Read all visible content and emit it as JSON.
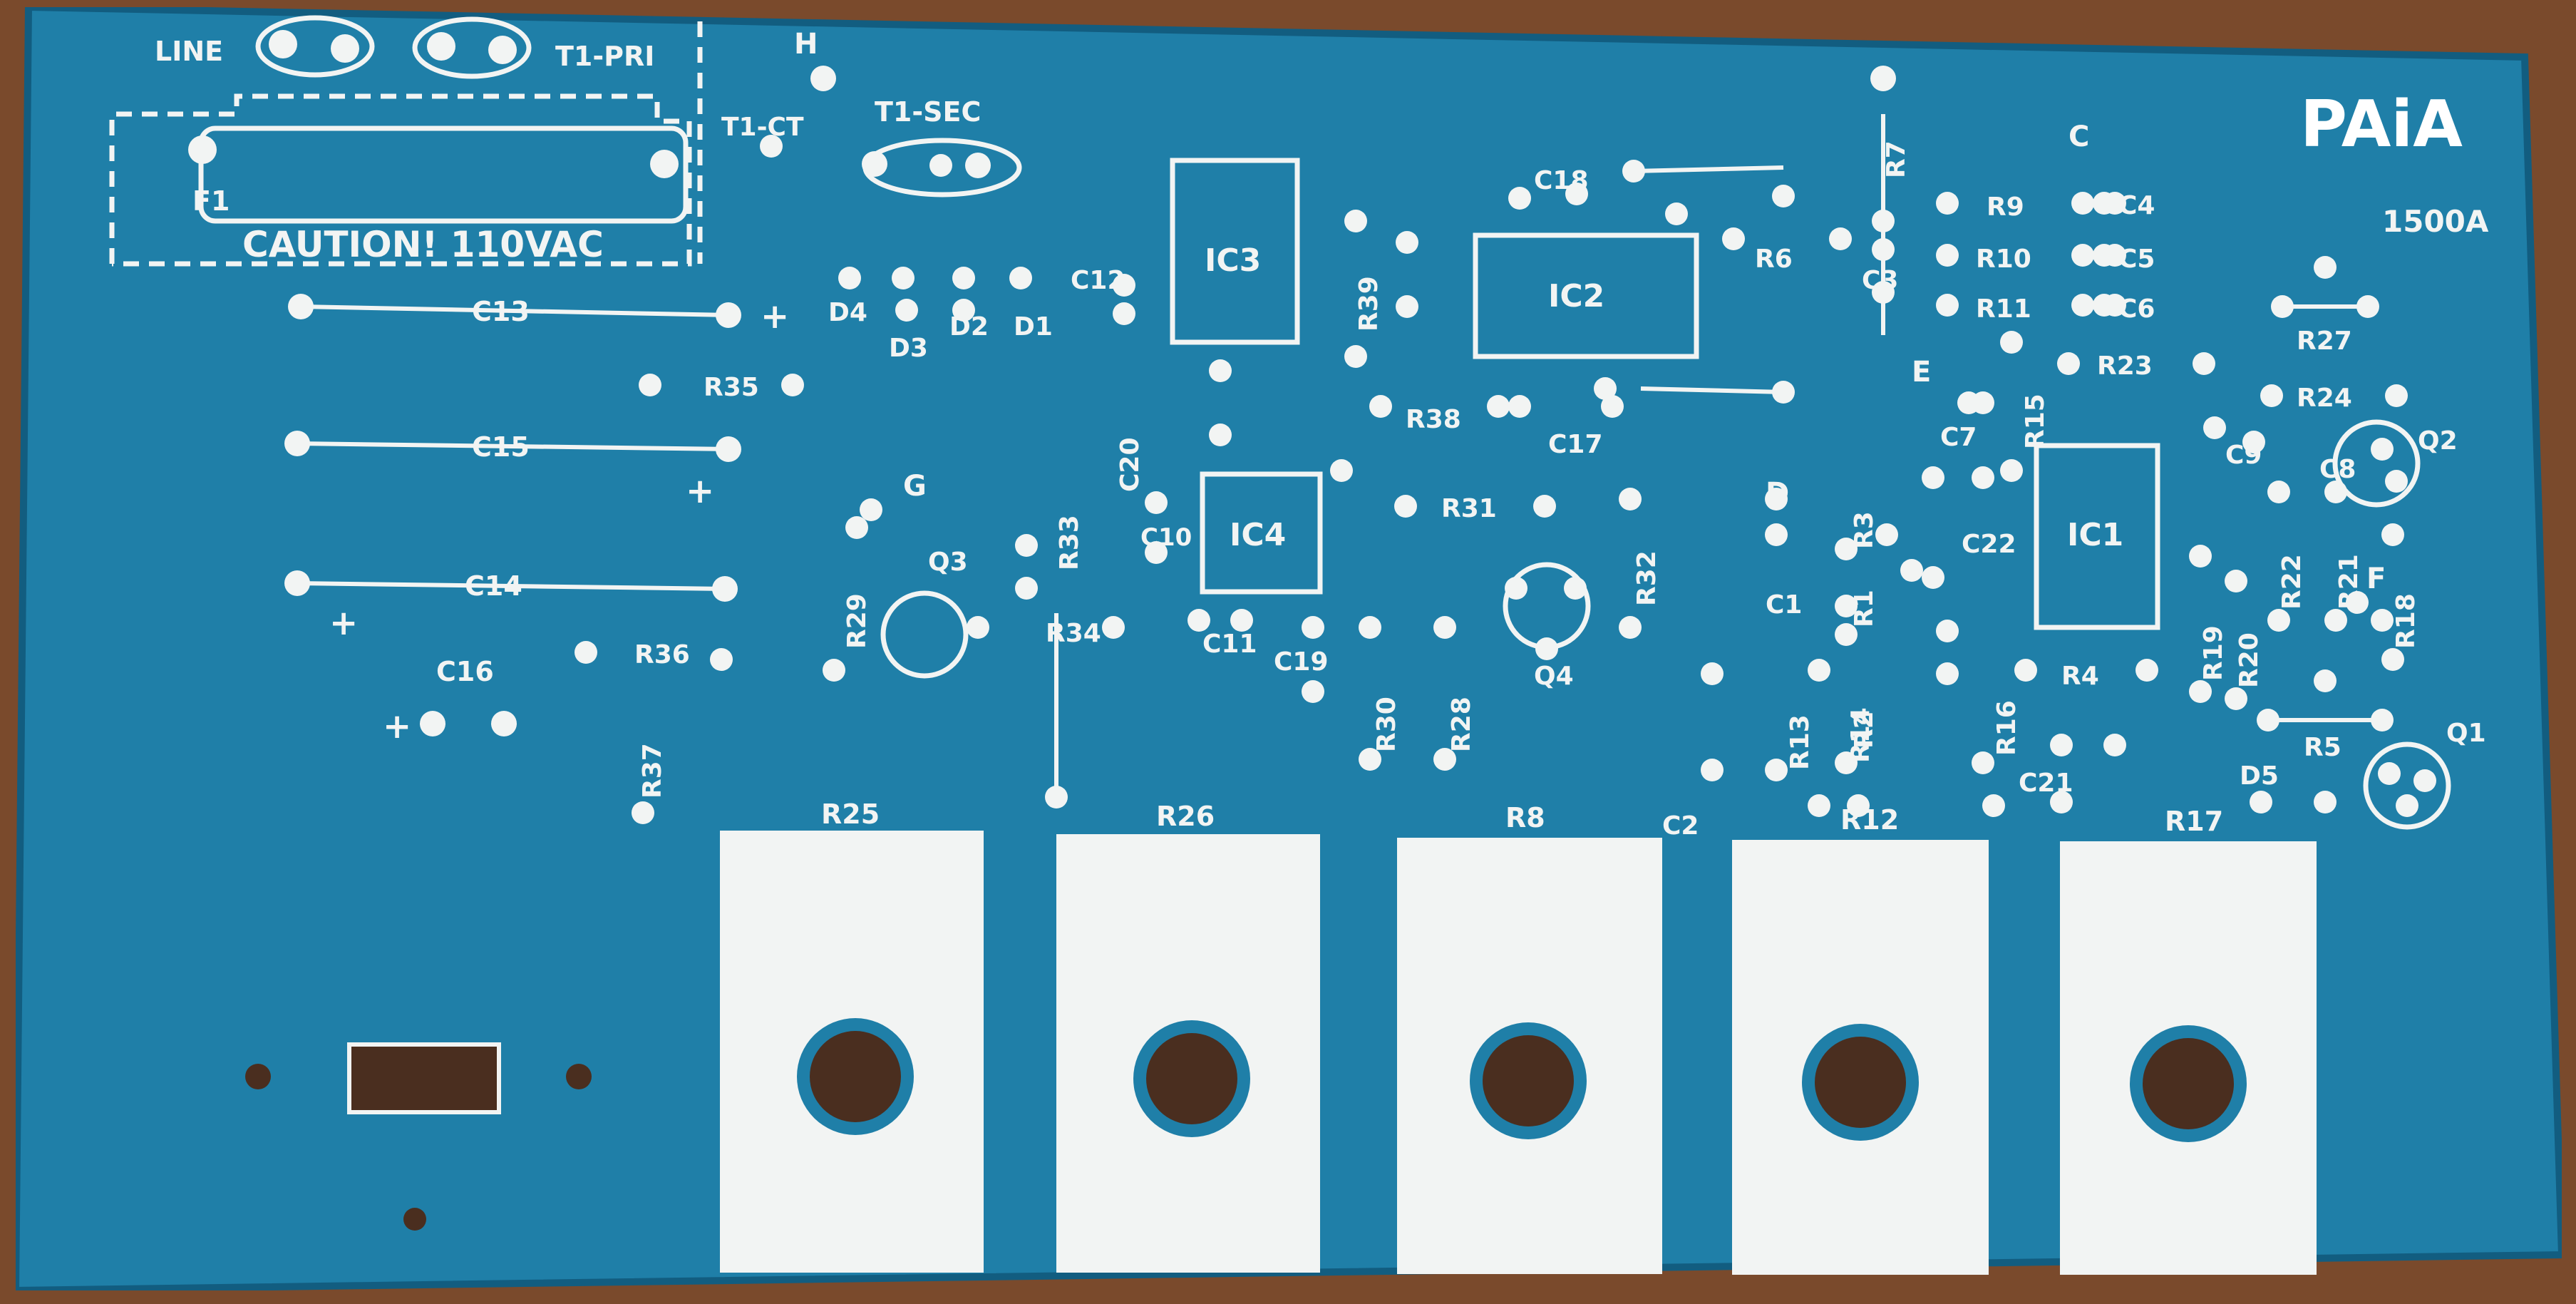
{
  "board": {
    "colors": {
      "wood": "#7a4a2c",
      "solder_mask": "#1f7fa8",
      "silkscreen": "#f2f4f3",
      "hole": "#4a2e1f"
    },
    "logo": "PAiA",
    "model": "1500A",
    "test_points": [
      "H",
      "G",
      "E",
      "D",
      "C",
      "F"
    ],
    "labels": {
      "line": "LINE",
      "t1_pri": "T1-PRI",
      "t1_ct": "T1-CT",
      "t1_sec": "T1-SEC",
      "f1": "F1",
      "caution": "CAUTION!  110VAC"
    },
    "heatsink_resistors": [
      "R25",
      "R26",
      "R8",
      "R12",
      "R17"
    ],
    "ics": [
      "IC3",
      "IC2",
      "IC4",
      "IC1"
    ],
    "diodes": [
      "D4",
      "D3",
      "D2",
      "D1",
      "D5"
    ],
    "transistors": [
      "Q3",
      "Q4",
      "Q2",
      "Q1"
    ],
    "capacitors": [
      "C13",
      "C15",
      "C14",
      "C16",
      "C12",
      "C18",
      "C20",
      "C10",
      "C11",
      "C19",
      "C3",
      "C4",
      "C5",
      "C6",
      "C7",
      "C8",
      "C9",
      "C17",
      "C1",
      "C2",
      "C21",
      "C22"
    ],
    "resistors": [
      "R35",
      "R36",
      "R37",
      "R29",
      "R33",
      "R34",
      "R39",
      "R38",
      "R31",
      "R30",
      "R28",
      "R32",
      "R6",
      "R7",
      "R9",
      "R10",
      "R11",
      "R23",
      "R15",
      "R24",
      "R27",
      "R22",
      "R21",
      "R18",
      "R19",
      "R20",
      "R5",
      "R4",
      "R16",
      "R1",
      "R2",
      "R3",
      "R13",
      "R14"
    ],
    "polarity": "+"
  }
}
